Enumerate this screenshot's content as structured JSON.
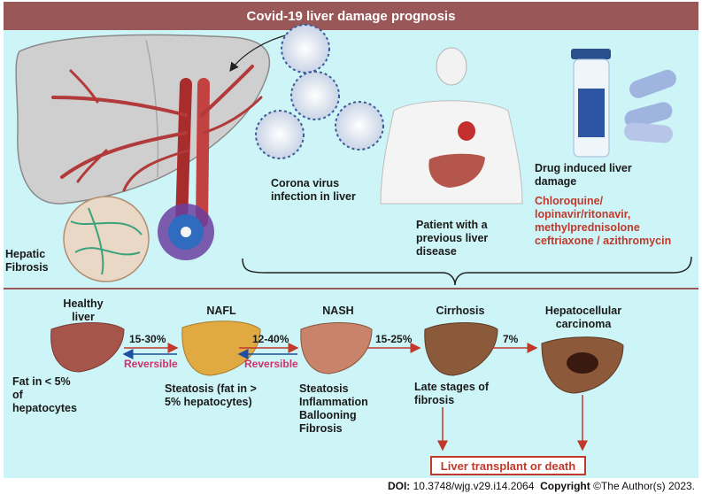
{
  "title": "Covid-19 liver damage prognosis",
  "top": {
    "hepatic_fibrosis": "Hepatic\nFibrosis",
    "corona": "Corona virus\ninfection in liver",
    "patient": "Patient with a\nprevious liver\ndisease",
    "drug_title": "Drug induced liver\ndamage",
    "drugs": "Chloroquine/\nlopinavir/ritonavir,\nmethylprednisolone\nceftriaxone /  azithromycin"
  },
  "stages": [
    {
      "name": "Healthy\nliver",
      "desc": "Fat in < 5%\nof\nhepatocytes"
    },
    {
      "name": "NAFL",
      "desc": "Steatosis (fat  in >\n5%  hepatocytes)"
    },
    {
      "name": "NASH",
      "desc": "Steatosis\nInflammation\nBallooning\nFibrosis"
    },
    {
      "name": "Cirrhosis",
      "desc": "Late stages  of\nfibrosis"
    },
    {
      "name": "Hepatocellular\ncarcinoma",
      "desc": ""
    }
  ],
  "transitions": [
    {
      "pct": "15-30%",
      "reversible": "Reversible"
    },
    {
      "pct": "12-40%",
      "reversible": "Reversible"
    },
    {
      "pct": "15-25%",
      "reversible": ""
    },
    {
      "pct": "7%",
      "reversible": ""
    }
  ],
  "outcome": "Liver transplant or death",
  "footer": {
    "doi_label": "DOI:",
    "doi": "10.3748/wjg.v29.i14.2064",
    "copyright_label": "Copyright",
    "copyright": "©The Author(s) 2023."
  },
  "colors": {
    "title_bar": "#9a5757",
    "panel": "#cdf4f6",
    "accent_red": "#c0392b",
    "reversible": "#d0306a",
    "arrow_blue": "#1f4fa0"
  }
}
